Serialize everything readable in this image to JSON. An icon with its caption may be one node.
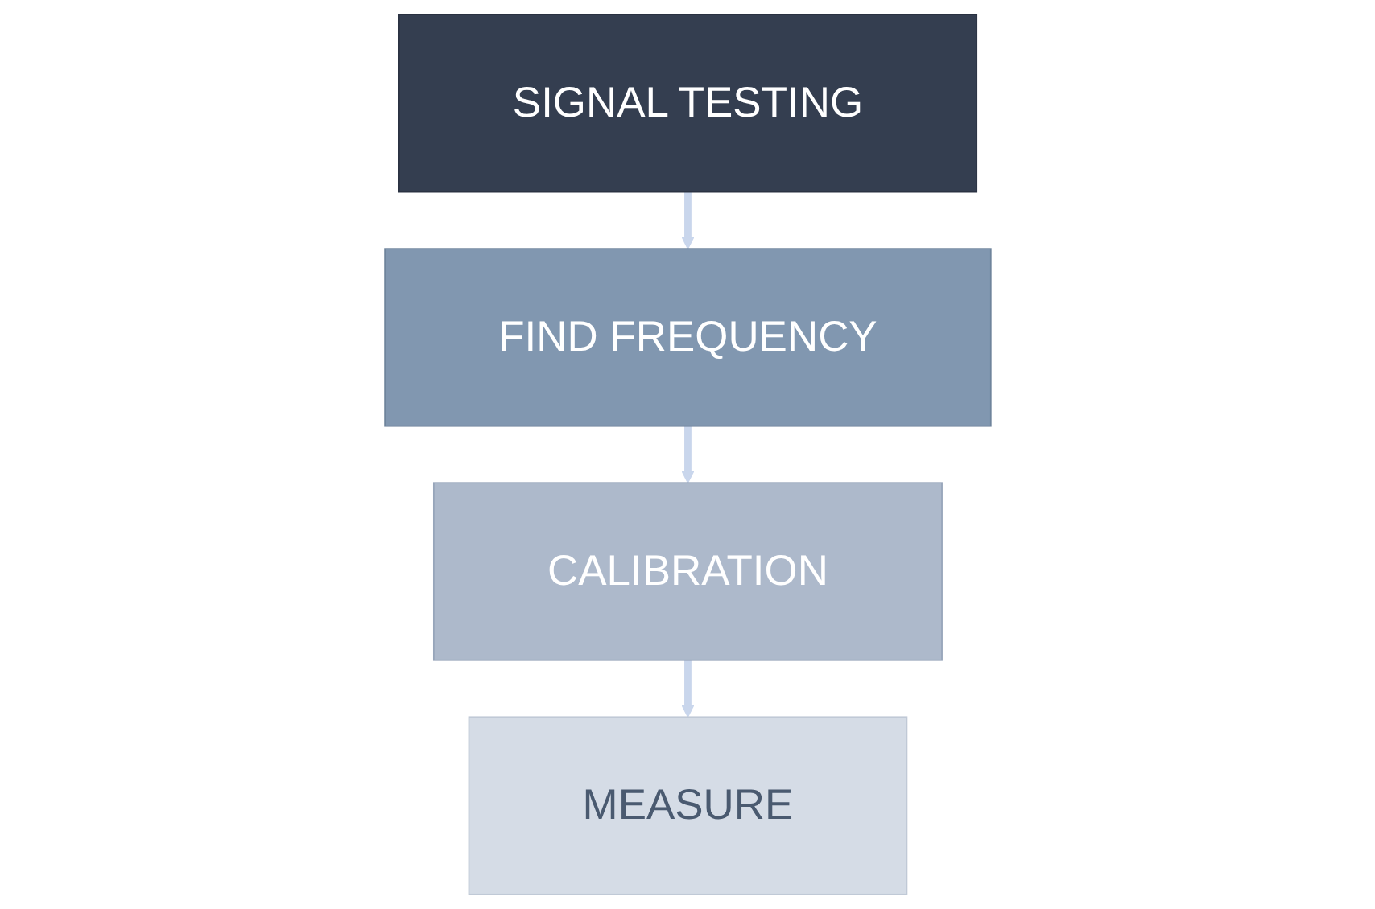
{
  "diagram": {
    "nodes": [
      {
        "text": [
          "SIGNAL TESTING"
        ]
      },
      {
        "text": [
          "FIND FREQUENCY"
        ]
      },
      {
        "text": [
          "CALIBRATION"
        ]
      },
      {
        "text": [
          "MEASURE"
        ]
      }
    ],
    "edges": [
      {
        "from": 0,
        "to": 1,
        "arrow": "to"
      },
      {
        "from": 1,
        "to": 2,
        "arrow": "to"
      },
      {
        "from": 2,
        "to": 3,
        "arrow": "to"
      }
    ]
  }
}
